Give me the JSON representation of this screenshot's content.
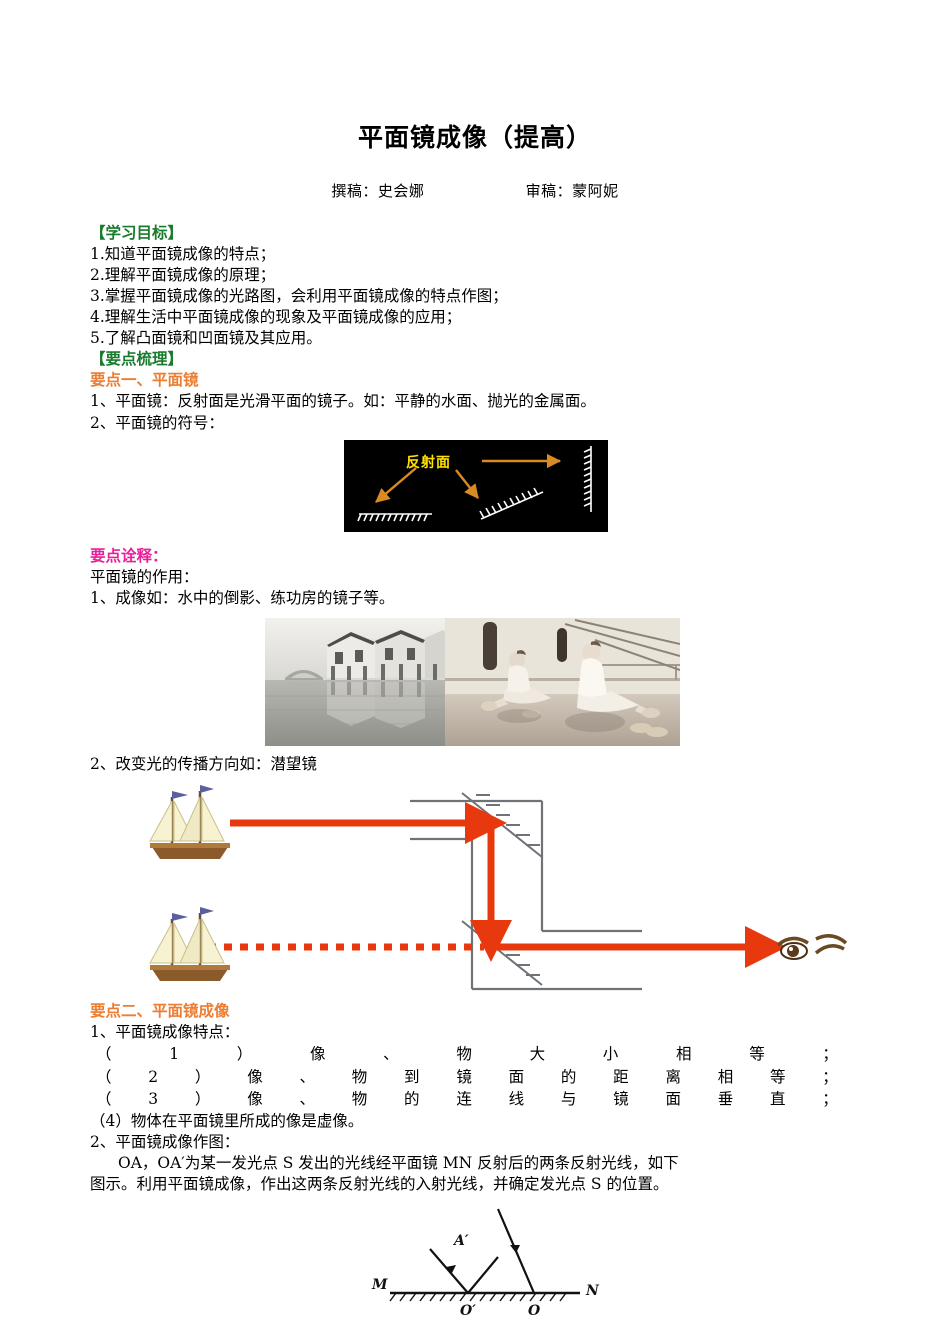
{
  "document": {
    "title": "平面镜成像（提高）",
    "byline": {
      "writer": "撰稿：史会娜",
      "reviewer": "审稿：蒙阿妮"
    }
  },
  "colors": {
    "green_heading": "#1a7a2e",
    "orange_heading": "#ED7D31",
    "magenta_heading": "#E8219A",
    "panel_caption": "#FFE100",
    "panel_background": "#000000",
    "arrow_red": "#E8380D",
    "arrow_orange": "#D98A23"
  },
  "objectives": {
    "heading": "【学习目标】",
    "items": [
      "1.知道平面镜成像的特点；",
      "2.理解平面镜成像的原理；",
      "3.掌握平面镜成像的光路图，会利用平面镜成像的特点作图；",
      "4.理解生活中平面镜成像的现象及平面镜成像的应用；",
      "5.了解凸面镜和凹面镜及其应用。"
    ]
  },
  "outline": {
    "heading": "【要点梳理】"
  },
  "section_one": {
    "heading": "要点一、平面镜",
    "item1": "1、平面镜：反射面是光滑平面的镜子。如：平静的水面、抛光的金属面。",
    "item2": "2、平面镜的符号：",
    "panel_caption": "反射面"
  },
  "explanation": {
    "heading": "要点诠释：",
    "intro": "平面镜的作用：",
    "item1": "1、成像如：水中的倒影、练功房的镜子等。",
    "item2": "2、改变光的传播方向如：潜望镜",
    "photo_town_alt": "水乡古镇水中倒影",
    "photo_ballet_alt": "练功房镜子前的舞者"
  },
  "section_two": {
    "heading": "要点二、平面镜成像",
    "item1": "1、平面镜成像特点：",
    "features": [
      [
        "（",
        "1",
        "）",
        "像",
        "、",
        "物",
        "大",
        "小",
        "相",
        "等",
        "；"
      ],
      [
        "（",
        "2",
        "）",
        "像",
        "、",
        "物",
        "到",
        "镜",
        "面",
        "的",
        "距",
        "离",
        "相",
        "等",
        "；"
      ],
      [
        "（",
        "3",
        "）",
        "像",
        "、",
        "物",
        "的",
        "连",
        "线",
        "与",
        "镜",
        "面",
        "垂",
        "直",
        "；"
      ]
    ],
    "feature4": "（4）物体在平面镜里所成的像是虚像。",
    "item2": "2、平面镜成像作图：",
    "problem_line1": "OA，OA′为某一发光点 S 发出的光线经平面镜 MN 反射后的两条反射光线，如下",
    "problem_line2": "图示。利用平面镜成像，作出这两条反射光线的入射光线，并确定发光点 S 的位置。",
    "diagram_labels": {
      "a_prime": "A′",
      "m": "M",
      "n": "N",
      "o_prime": "O′",
      "o": "O"
    }
  }
}
